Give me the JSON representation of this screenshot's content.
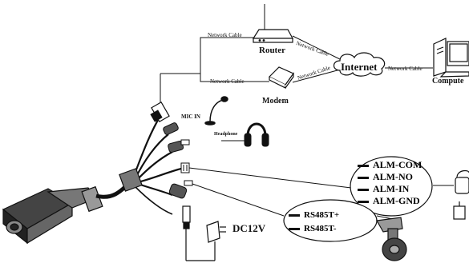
{
  "labels": {
    "router": "Router",
    "modem": "Modem",
    "internet": "Internet",
    "computer": "Compute",
    "mic_in": "MIC IN",
    "headphone": "Headphone",
    "dc": "DC12V"
  },
  "cables": {
    "router_left": "Network Cable",
    "router_right": "Network Cable",
    "modem_left": "Network Cable",
    "modem_right": "Network Cable",
    "internet_computer": "Network Cable"
  },
  "alarm_ports": [
    {
      "label": "ALM-COM"
    },
    {
      "label": "ALM-NO"
    },
    {
      "label": "ALM-IN"
    },
    {
      "label": "ALM-GND"
    }
  ],
  "rs485_ports": [
    {
      "label": "RS485T+"
    },
    {
      "label": "RS485T-"
    }
  ],
  "icons": {
    "router": "router-icon",
    "modem": "modem-icon",
    "internet": "cloud-icon",
    "computer": "computer-icon",
    "microphone": "microphone-icon",
    "headphone": "headphone-icon",
    "power": "power-adapter-icon",
    "camera": "bullet-camera-icon",
    "ptz": "ptz-dome-icon",
    "alarm_device": "alarm-device-icon"
  },
  "colors": {
    "line": "#111111",
    "background": "#ffffff"
  }
}
